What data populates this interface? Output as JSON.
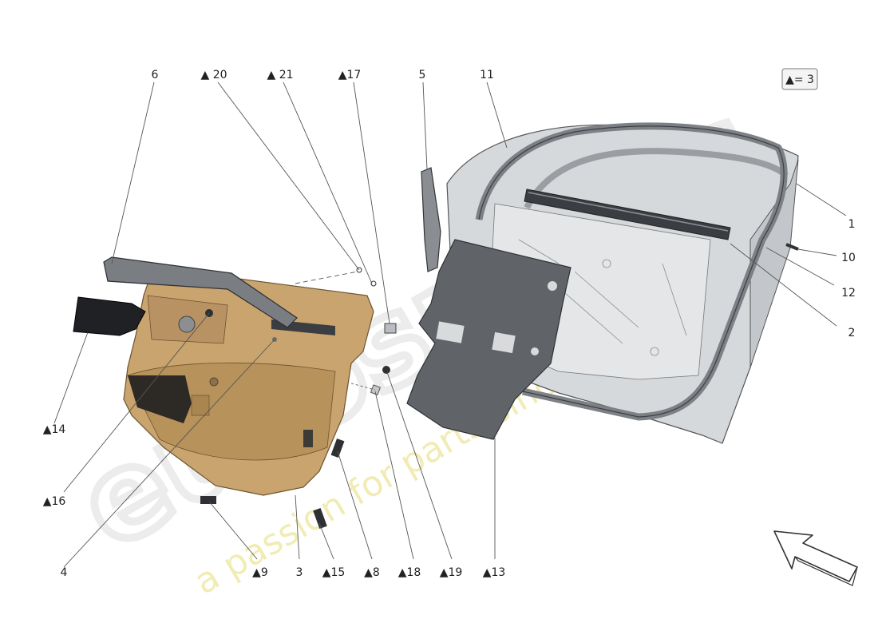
{
  "watermark": {
    "brand": "eurospares",
    "slogan": "a passion for parts since 1985"
  },
  "legend": {
    "text": "▲= 3"
  },
  "labels": {
    "p1": "1",
    "p2": "2",
    "p3": "3",
    "p4": "4",
    "p5": "5",
    "p6": "6",
    "p8": "▲8",
    "p9": "▲9",
    "p10": "10",
    "p11": "11",
    "p12": "12",
    "p13": "▲13",
    "p14": "▲14",
    "p15": "▲15",
    "p16": "▲16",
    "p17": "▲17",
    "p18": "▲18",
    "p19": "▲19",
    "p20": "▲ 20",
    "p21": "▲ 21"
  },
  "colors": {
    "panel_tan": "#c9a46e",
    "panel_tan_dark": "#a8834e",
    "frame_grey": "#bfc3c7",
    "seal_grey": "#6f7378",
    "sheet_grey": "#5f6368",
    "trim_dark": "#2b2d30",
    "watermark_grey": "#ececec",
    "watermark_yellow": "#f2eeb0"
  }
}
